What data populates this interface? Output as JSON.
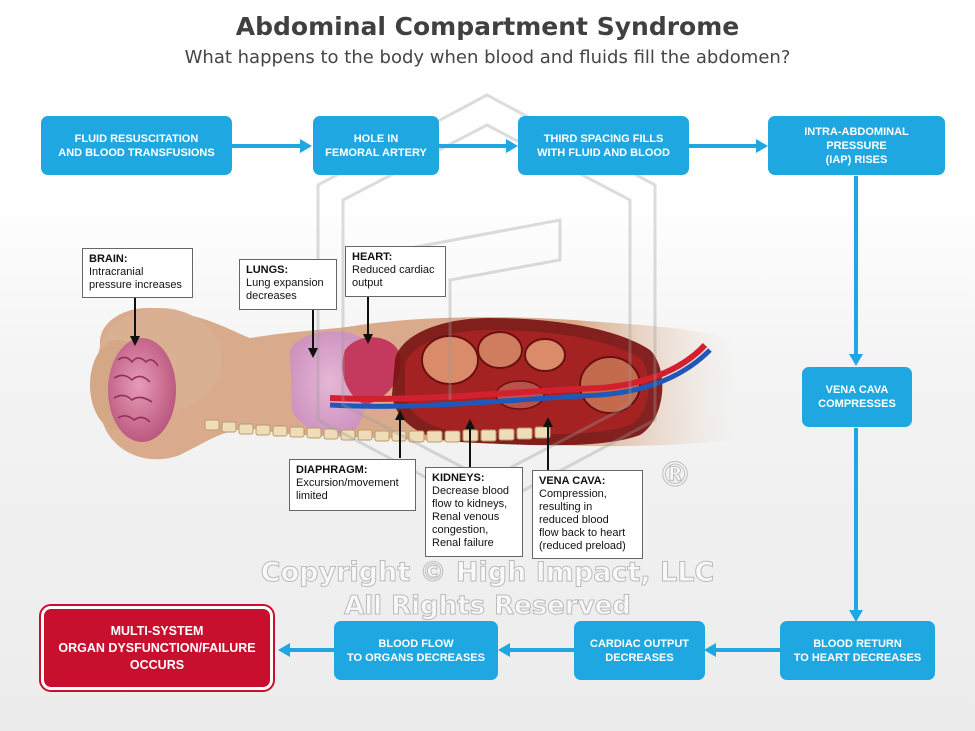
{
  "header": {
    "title": "Abdominal Compartment Syndrome",
    "subtitle": "What happens to the body when blood and fluids fill the abdomen?"
  },
  "flow": {
    "fluid_resuscitation": "FLUID RESUSCITATION\nAND BLOOD TRANSFUSIONS",
    "hole_femoral": "HOLE IN\nFEMORAL ARTERY",
    "third_spacing": "THIRD SPACING FILLS\nWITH FLUID AND BLOOD",
    "iap_rises": "INTRA-ABDOMINAL PRESSURE\n(IAP) RISES",
    "vena_cava_compresses": "VENA CAVA\nCOMPRESSES",
    "blood_return": "BLOOD RETURN\nTO HEART DECREASES",
    "cardiac_output": "CARDIAC OUTPUT\nDECREASES",
    "blood_flow_organs": "BLOOD FLOW\nTO ORGANS DECREASES",
    "multi_system": "MULTI-SYSTEM\nORGAN DYSFUNCTION/FAILURE\nOCCURS"
  },
  "callouts": {
    "brain": {
      "heading": "BRAIN:",
      "body": "Intracranial\npressure increases"
    },
    "lungs": {
      "heading": "LUNGS:",
      "body": "Lung expansion\ndecreases"
    },
    "heart": {
      "heading": "HEART:",
      "body": "Reduced cardiac\noutput"
    },
    "diaphragm": {
      "heading": "DIAPHRAGM:",
      "body": "Excursion/movement\nlimited"
    },
    "kidneys": {
      "heading": "KIDNEYS:",
      "body": "Decrease blood\nflow to kidneys,\nRenal venous\ncongestion,\nRenal failure"
    },
    "vena_cava": {
      "heading": "VENA CAVA:",
      "body": "Compression,\nresulting in\nreduced blood\nflow back to heart\n(reduced preload)"
    }
  },
  "watermark": {
    "line1": "Copyright © High Impact, LLC",
    "line2": "All Rights Reserved",
    "registered": "®"
  },
  "colors": {
    "flow_box": "#1ea7e1",
    "final_box": "#c8102e",
    "arrow": "#1ea7e1"
  }
}
